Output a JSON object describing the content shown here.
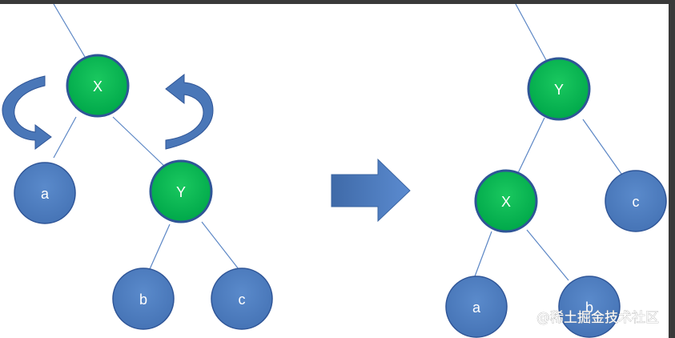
{
  "left_tree": {
    "root": "X",
    "left_child": "a",
    "right_child": "Y",
    "right_left": "b",
    "right_right": "c"
  },
  "right_tree": {
    "root": "Y",
    "left_child": "X",
    "right_child": "c",
    "left_left": "a",
    "left_right": "b"
  },
  "watermark": "@稀土掘金技术社区",
  "colors": {
    "pivot_node": "#00b050",
    "leaf_node": "#4f7ec0",
    "node_border": "#2f5597",
    "edge": "#5b86c5",
    "arrow": "#4a77b8"
  }
}
